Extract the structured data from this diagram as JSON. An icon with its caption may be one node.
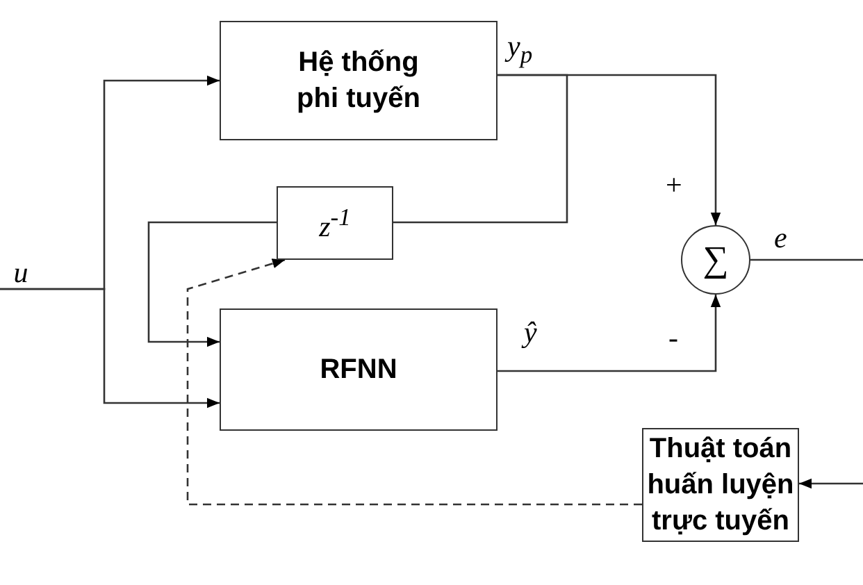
{
  "diagram": {
    "nodes": [
      {
        "text": [
          "u"
        ]
      },
      {
        "text": [
          "Hệ thống phi tuyến"
        ]
      },
      {
        "text": [
          "z$^{-1}$"
        ]
      },
      {
        "text": [
          "RFNN"
        ]
      },
      {
        "text": [
          "∑"
        ]
      },
      {
        "text": [
          "Thuật toán huấn luyện trực tuyến"
        ]
      }
    ],
    "edges": [
      {
        "from": 0,
        "to": 1,
        "arrow": "to"
      },
      {
        "from": 0,
        "to": 3,
        "arrow": "to"
      },
      {
        "from": 1,
        "to": 4,
        "arrow": "to",
        "label": "y$_{p}$"
      },
      {
        "from": 1,
        "to": 2,
        "arrow": "none"
      },
      {
        "from": 2,
        "to": 3,
        "arrow": "to"
      },
      {
        "from": 3,
        "to": 4,
        "arrow": "to",
        "label": "ŷ"
      },
      {
        "from": 4,
        "to": null,
        "arrow": "none",
        "label": "e"
      },
      {
        "from": null,
        "to": 5,
        "arrow": "to"
      },
      {
        "from": 5,
        "to": 2,
        "arrow": "to",
        "style": "dashed"
      }
    ],
    "labels": [
      "+",
      "-"
    ]
  }
}
